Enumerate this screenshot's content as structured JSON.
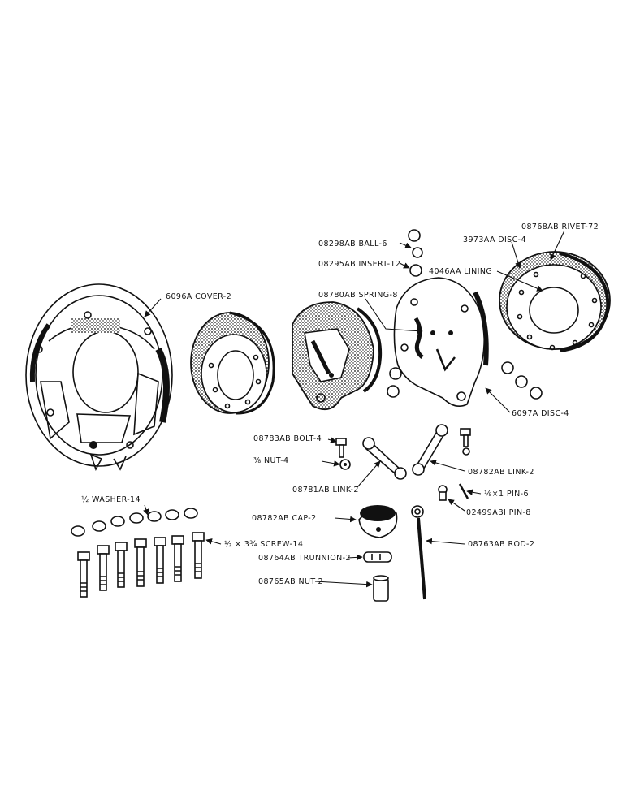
{
  "labels": {
    "rivet": "08768AB RIVET-72",
    "disc_3973": "3973AA DISC-4",
    "ball": "08298AB BALL-6",
    "insert": "08295AB INSERT-12",
    "lining": "4046AA LINING",
    "cover": "6096A COVER-2",
    "spring": "08780AB SPRING-8",
    "disc_6097": "6097A DISC-4",
    "bolt": "08783AB BOLT-4",
    "nut_small": "⅜ NUT-4",
    "link_2_right": "08782AB LINK-2",
    "link_2_left": "08781AB LINK-2",
    "pin_small": "⅛×1 PIN-6",
    "washer": "½ WASHER-14",
    "cap": "08782AB CAP-2",
    "pin": "02499ABI PIN-8",
    "screw": "½ × 3¾ SCREW-14",
    "rod": "08763AB ROD-2",
    "trunnion": "08764AB TRUNNION-2",
    "nut_large": "08765AB NUT-2"
  }
}
